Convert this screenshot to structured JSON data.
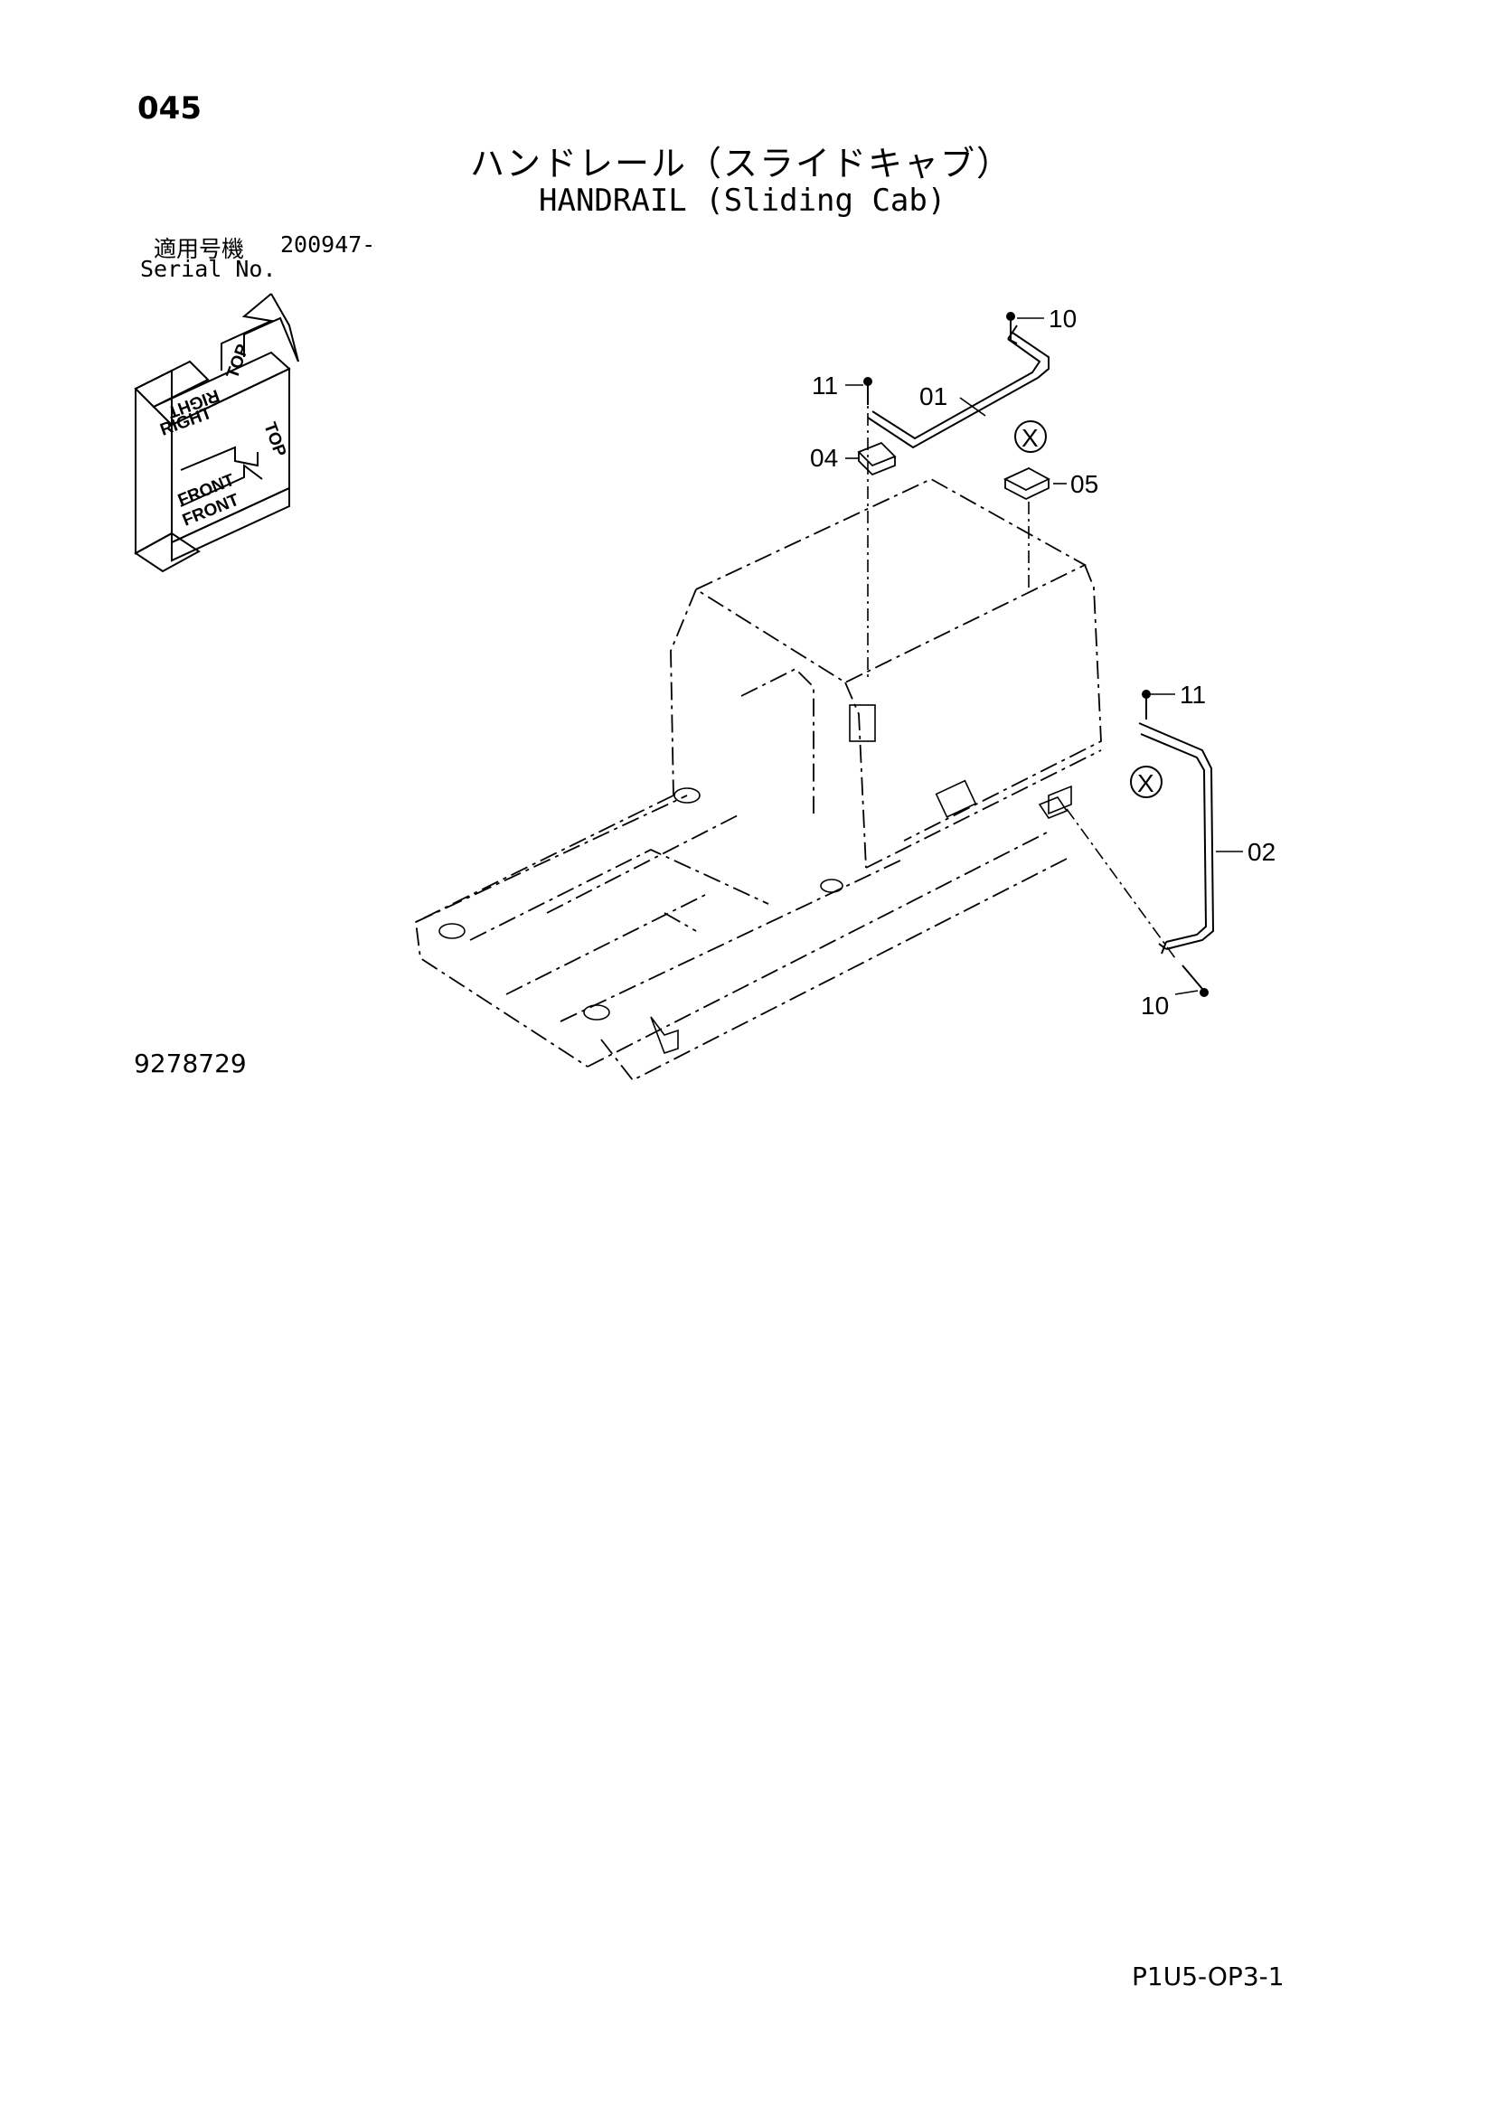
{
  "header": {
    "page_number": "045",
    "title_ja": "ハンドレール（スライドキャブ）",
    "title_en": "HANDRAIL (Sliding Cab)",
    "serial_label_ja": "適用号機",
    "serial_value": "200947-",
    "serial_label_en": "Serial No."
  },
  "orientation": {
    "top_a": "TOP",
    "top_b": "TOP",
    "right_a": "RIGHT",
    "right_b": "RIGHT",
    "front_a": "FRONT",
    "front_b": "FRONT"
  },
  "callouts": {
    "c10_top": "10",
    "c11_top": "11",
    "c01": "01",
    "c04": "04",
    "c05": "05",
    "x1": "X",
    "c11_right": "11",
    "x2": "X",
    "c02": "02",
    "c10_bottom": "10"
  },
  "footer": {
    "drawing_number": "9278729",
    "page_code": "P1U5-OP3-1"
  }
}
